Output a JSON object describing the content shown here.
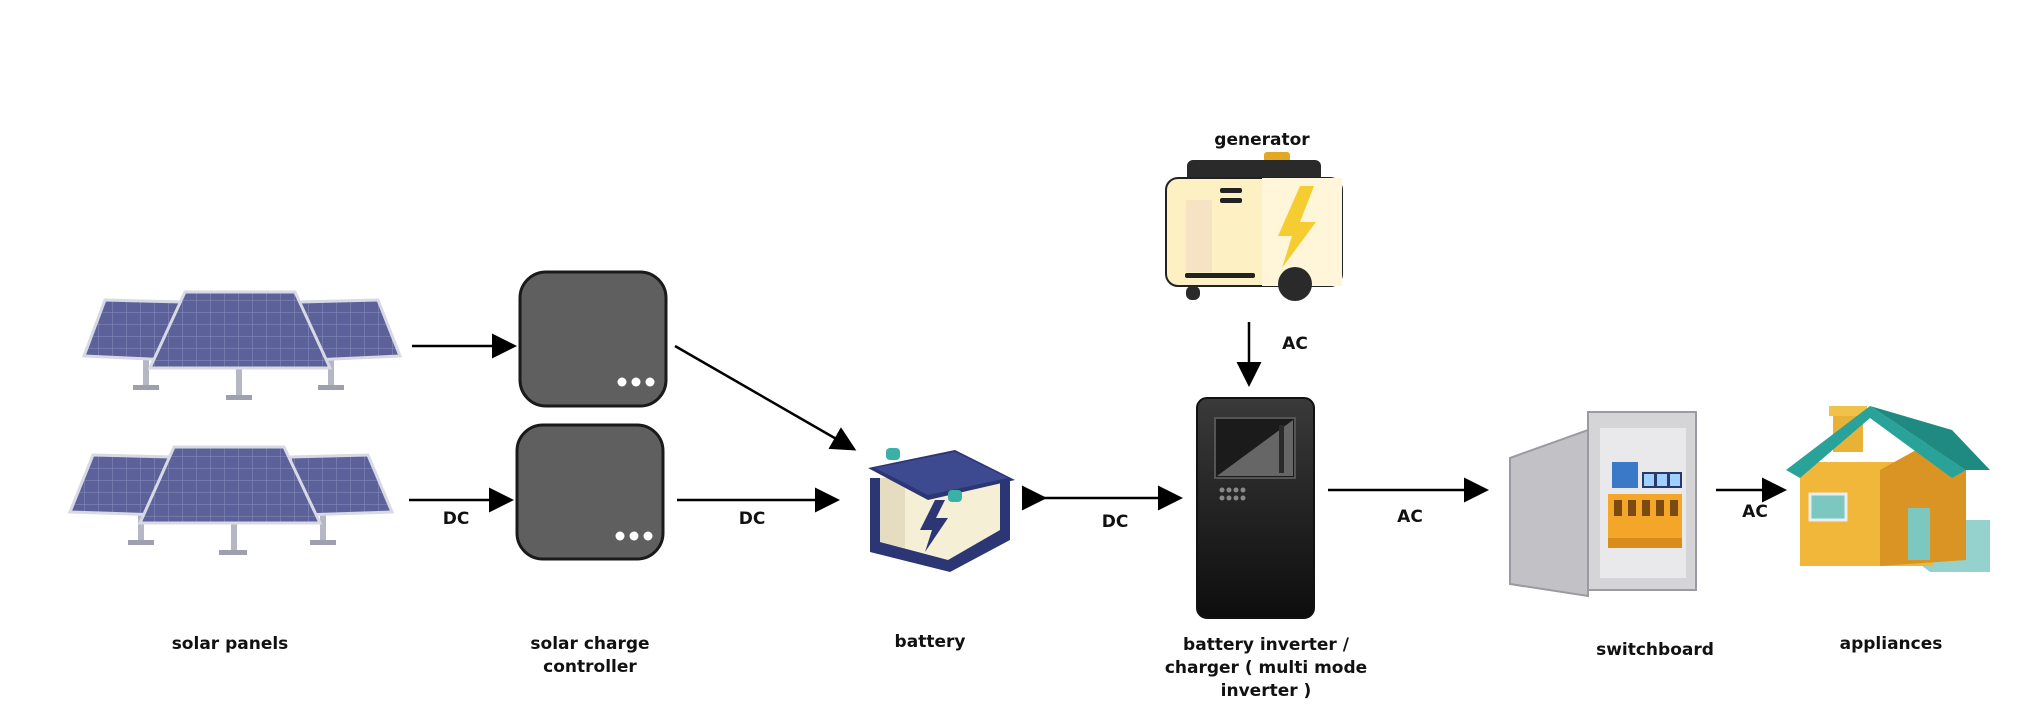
{
  "components": {
    "solar_panels": "solar panels",
    "charge_controller": [
      "solar charge",
      "controller"
    ],
    "battery": "battery",
    "generator": "generator",
    "inverter": [
      "battery inverter /",
      "charger ( multi mode",
      "inverter )"
    ],
    "switchboard": "switchboard",
    "appliances": "appliances"
  },
  "flows": {
    "panels_to_controller": "DC",
    "controller_to_battery": "DC",
    "battery_inverter": "DC",
    "generator_to_inverter": "AC",
    "inverter_to_switchboard": "AC",
    "switchboard_to_appliances": "AC"
  },
  "colors": {
    "panel_cell": "#5c6299",
    "panel_frame": "#d7d9e4",
    "controller": "#5f5f5f",
    "battery_top": "#2c3674",
    "battery_body": "#f5efd6",
    "generator_body": "#fdf0c3",
    "generator_bolt": "#f6cd30",
    "inverter": "#1e1e1e",
    "switchboard": "#c9c9cc",
    "house_roof": "#29a39a",
    "house_wall": "#f0b73a"
  }
}
